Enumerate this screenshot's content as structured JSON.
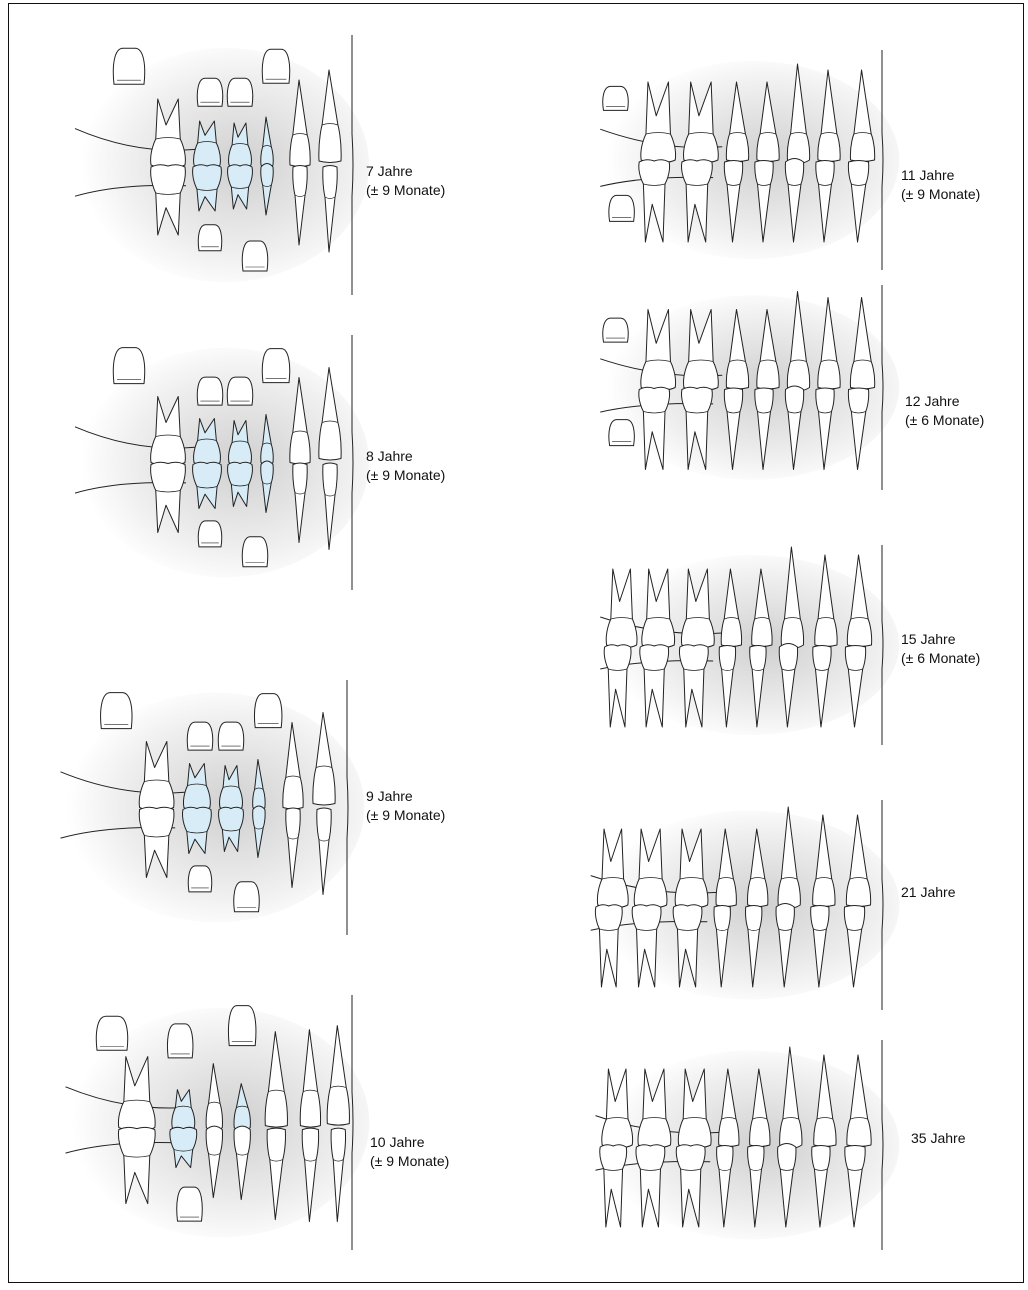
{
  "figure": {
    "stages": [
      {
        "id": "7",
        "age": "7 Jahre",
        "range": "(± 9 Monate)"
      },
      {
        "id": "8",
        "age": "8 Jahre",
        "range": "(± 9 Monate)"
      },
      {
        "id": "9",
        "age": "9 Jahre",
        "range": "(± 9 Monate)"
      },
      {
        "id": "10",
        "age": "10 Jahre",
        "range": "(± 9 Monate)"
      },
      {
        "id": "11",
        "age": "11 Jahre",
        "range": "(± 9 Monate)"
      },
      {
        "id": "12",
        "age": "12 Jahre",
        "range": "(± 6 Monate)"
      },
      {
        "id": "15",
        "age": "15 Jahre",
        "range": "(± 6 Monate)"
      },
      {
        "id": "21",
        "age": "21 Jahre",
        "range": ""
      },
      {
        "id": "35",
        "age": "35 Jahre",
        "range": ""
      }
    ],
    "colors": {
      "deciduous_fill": "#d7ecf6",
      "outline": "#222222",
      "bone_shadow": "#a9a9a9",
      "background": "#ffffff"
    }
  }
}
